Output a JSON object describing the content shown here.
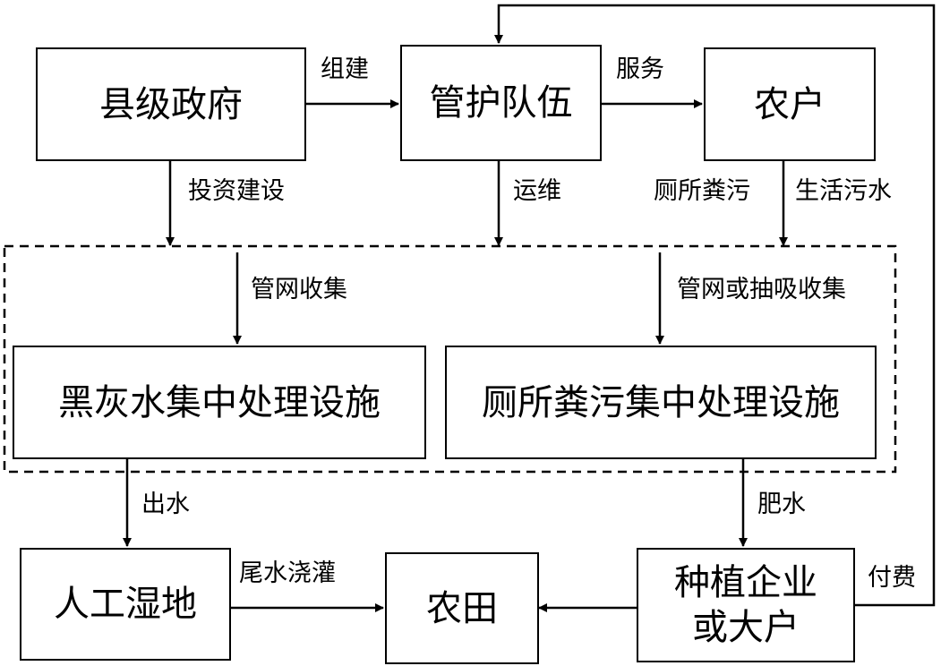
{
  "nodes": {
    "county_gov": "县级政府",
    "maintenance_team": "管护队伍",
    "farmer": "农户",
    "blackgray_facility": "黑灰水集中处理设施",
    "toilet_facility": "厕所粪污集中处理设施",
    "wetland": "人工湿地",
    "farmland": "农田",
    "planting_enterprise": "种植企业\n或大户"
  },
  "edges": {
    "organize": "组建",
    "service": "服务",
    "invest_build": "投资建设",
    "operate_maintain": "运维",
    "toilet_waste": "厕所粪污",
    "domestic_sewage": "生活污水",
    "pipe_collect": "管网收集",
    "pipe_or_suction_collect": "管网或抽吸收集",
    "effluent": "出水",
    "fertilizer_water": "肥水",
    "tailwater_irrigation": "尾水浇灌",
    "payment": "付费"
  }
}
